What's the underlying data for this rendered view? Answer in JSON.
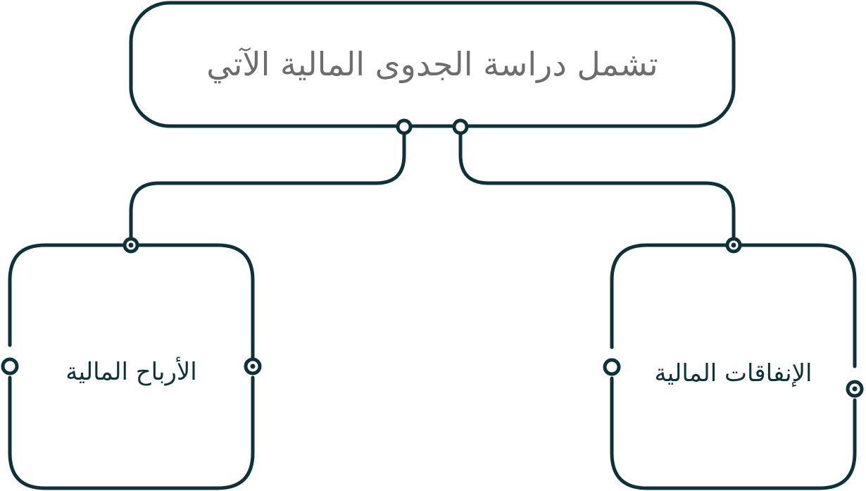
{
  "diagram": {
    "root": {
      "label": "تشمل دراسة الجدوى  المالية الآتي"
    },
    "children": [
      {
        "label": "الأرباح المالية"
      },
      {
        "label": "الإنفاقات المالية"
      }
    ]
  },
  "colors": {
    "stroke": "#0f3139",
    "root_text": "#6d6d6d",
    "child_text": "#0f3139",
    "background": "#ffffff"
  }
}
